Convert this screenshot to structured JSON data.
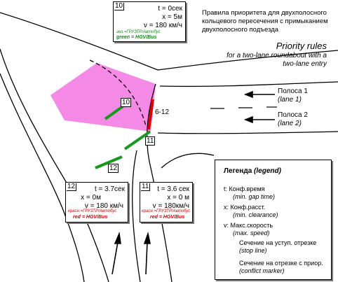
{
  "title_ru": "Правила приоритета для двухполосного кольцевого пересечения с примыканием двухполосного подъезда",
  "title_en": "Priority rules",
  "subtitle_en": "for a two-lane roundabout with a two-lane entry",
  "lanes": [
    {
      "ru": "Полоса 1",
      "en": "(lane 1)"
    },
    {
      "ru": "Полоса 2",
      "en": "(lane 2)"
    }
  ],
  "boxes": {
    "b10": {
      "num": "10",
      "t": "t = 0сек",
      "x": "x = 5м",
      "v": "v = 180 км/ч",
      "caption": "зел.=ГРУЗТР/Автобус",
      "bold": "green = HGV/Bus"
    },
    "b12": {
      "num": "12",
      "t": "t = 3.7сек",
      "x": "x = 0м",
      "v": "v = 180 км/ч",
      "caption": "красн.=ГРУЗТР/Автобус",
      "bold": "red = HGV/Bus"
    },
    "b11": {
      "num": "11",
      "t": "t = 3.6 сек",
      "x": "x = 0 м",
      "v": "v = 180км/ч",
      "caption": "красн.=ГРУЗТР/Автобус",
      "bold": "red = HGV/Bus"
    }
  },
  "markers": {
    "m10": "10",
    "m612": "6-12",
    "m11": "11",
    "m12": "12"
  },
  "legend": {
    "title": "Легенда",
    "title_en": "(legend)",
    "t_label": "t:",
    "t_ru": "Конф.время",
    "t_en": "(min. gap time)",
    "x_label": "x:",
    "x_ru": "Конф.расст.",
    "x_en": "(min. clearance)",
    "v_label": "v:",
    "v_ru": "Макс.скорость",
    "v_en": "(max. speed)",
    "stop_ru": "Сечение на уступ. отрезке",
    "stop_en": "(stop line)",
    "conf_ru": "Сечение на отрезке с приор.",
    "conf_en": "(conflict marker)"
  },
  "colors": {
    "pink": "#f589e6",
    "green": "#15991a",
    "red": "#e00000"
  }
}
